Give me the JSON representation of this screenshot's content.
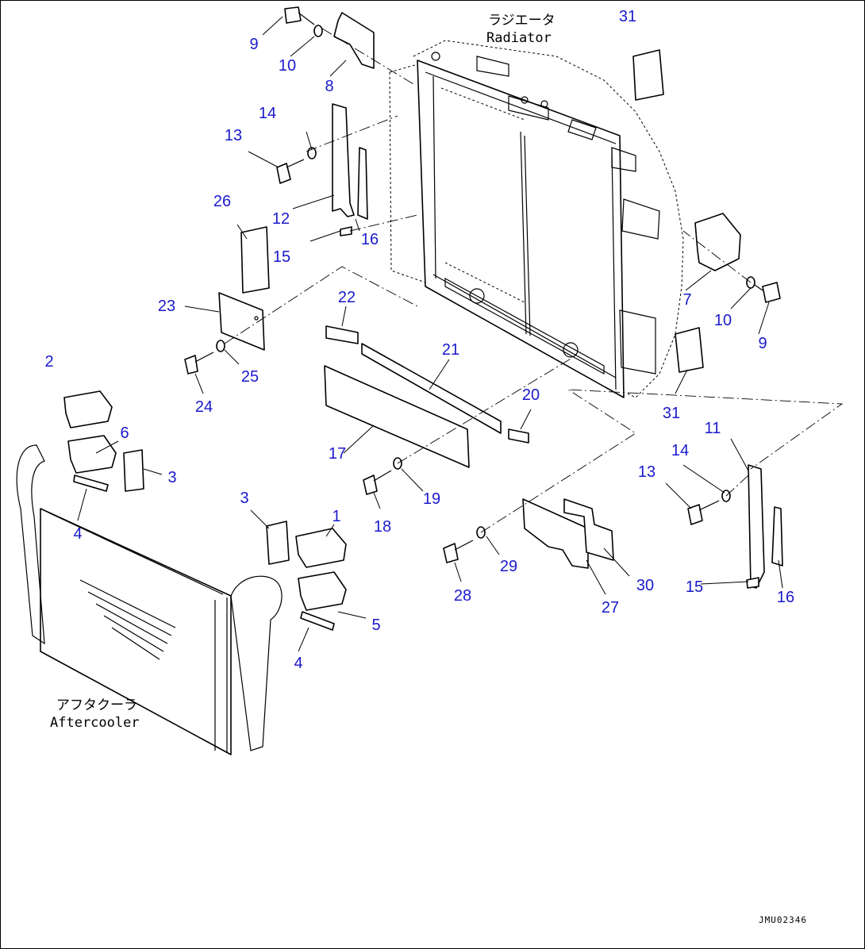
{
  "captions": {
    "radiator_jp": "ラジエータ",
    "radiator_en": "Radiator",
    "aftercooler_jp": "アフタクーラ",
    "aftercooler_en": "Aftercooler"
  },
  "drawing_number": "JMU02346",
  "callouts": [
    "9",
    "10",
    "8",
    "31",
    "14",
    "13",
    "26",
    "12",
    "15",
    "16",
    "7",
    "10",
    "9",
    "23",
    "22",
    "21",
    "25",
    "24",
    "31",
    "2",
    "6",
    "20",
    "11",
    "14",
    "13",
    "3",
    "17",
    "4",
    "18",
    "19",
    "3",
    "1",
    "29",
    "15",
    "16",
    "30",
    "28",
    "27",
    "5",
    "4"
  ],
  "colors": {
    "callout": "#1a1acc",
    "line": "#000000"
  }
}
